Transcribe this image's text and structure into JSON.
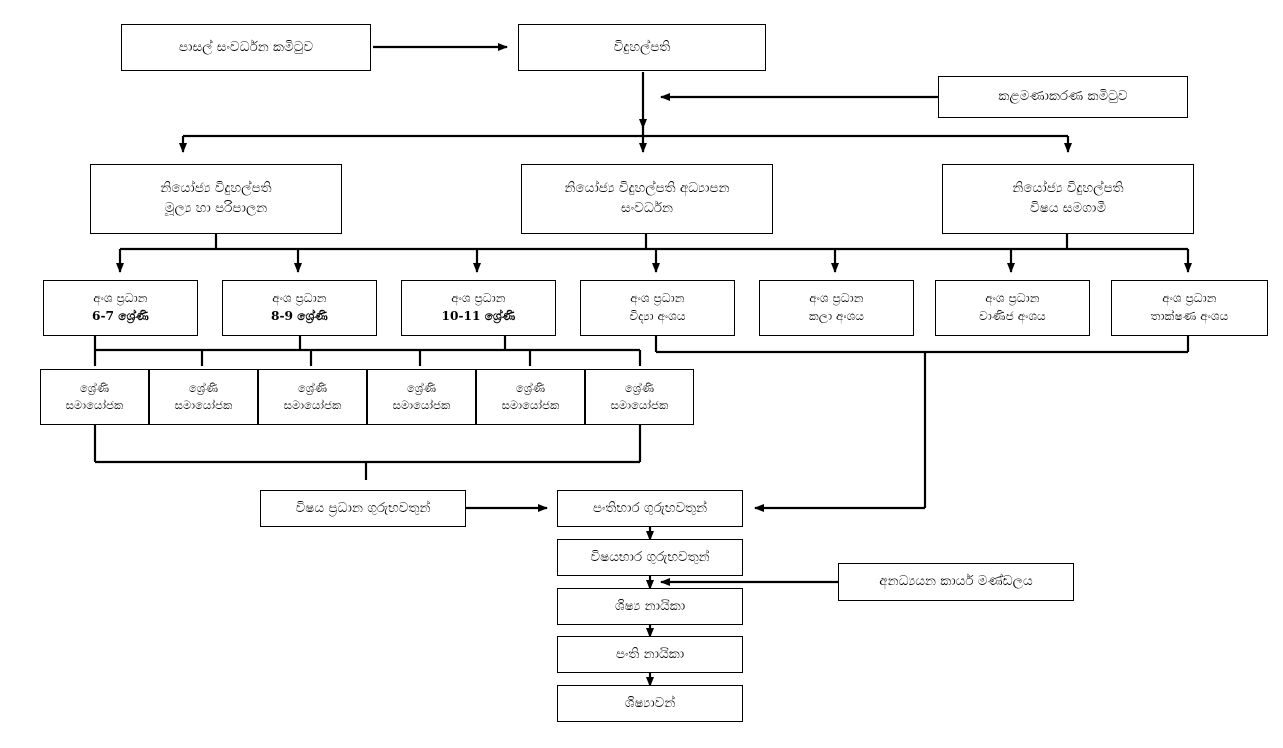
{
  "diagram": {
    "title": "School Administrative Structure Organization Chart",
    "language": "Sinhala",
    "background_color": "#ffffff",
    "line_color": "#000000"
  },
  "nodes": {
    "school_development_committee": {
      "line1": "පාසල් සංවර්ධන කමිටුව",
      "line2": ""
    },
    "principal": {
      "line1": "විදුහල්පති",
      "line2": ""
    },
    "management_committee": {
      "line1": "කළමණාකරණ කමිටුව",
      "line2": ""
    },
    "deputy_finance": {
      "line1": "නියෝජ්‍ය විදුහල්පති",
      "line2": "මූල්‍ය හා පරිපාලන"
    },
    "deputy_education": {
      "line1": "නියෝජ්‍ය විදුහල්පති අධ්‍යාපන",
      "line2": "සංවර්ධන"
    },
    "deputy_subject": {
      "line1": "නියෝජ්‍ය විදුහල්පති",
      "line2": "විෂය සමගාමී"
    },
    "section_heads": [
      {
        "line1": "අංශ ප්‍රධාන",
        "line2": "6-7 ශ්‍රේණි",
        "bold_second": true
      },
      {
        "line1": "අංශ ප්‍රධාන",
        "line2": "8-9 ශ්‍රේණි",
        "bold_second": true
      },
      {
        "line1": "අංශ ප්‍රධාන",
        "line2": "10-11 ශ්‍රේණි",
        "bold_second": true
      },
      {
        "line1": "අංශ ප්‍රධාන",
        "line2": "විද්‍යා අංශය",
        "bold_second": false
      },
      {
        "line1": "අංශ ප්‍රධාන",
        "line2": "කලා අංශය",
        "bold_second": false
      },
      {
        "line1": "අංශ ප්‍රධාන",
        "line2": "වාණිජ අංශය",
        "bold_second": false
      },
      {
        "line1": "අංශ ප්‍රධාන",
        "line2": "තාක්ෂණ අංශය",
        "bold_second": false
      }
    ],
    "grade_coordinators": [
      {
        "line1": "ශ්‍රේණි",
        "line2": "සමායෝජක"
      },
      {
        "line1": "ශ්‍රේණි",
        "line2": "සමායෝජක"
      },
      {
        "line1": "ශ්‍රේණි",
        "line2": "සමායෝජක"
      },
      {
        "line1": "ශ්‍රේණි",
        "line2": "සමායෝජක"
      },
      {
        "line1": "ශ්‍රේණි",
        "line2": "සමායෝජක"
      },
      {
        "line1": "ශ්‍රේණි",
        "line2": "සමායෝජක"
      }
    ],
    "subject_head_teachers": {
      "line1": "විෂය ප්‍රධාන ගුරුභවතුන්",
      "line2": ""
    },
    "class_teachers": {
      "line1": "පංතිභාර ගුරුභවතුන්",
      "line2": ""
    },
    "subject_teachers": {
      "line1": "විෂයභාර ගුරුභවතුන්",
      "line2": ""
    },
    "non_academic_staff": {
      "line1": "අනධ්‍යයන කාර්ය මණ්ඩලය",
      "line2": ""
    },
    "head_prefect": {
      "line1": "ශිෂ්‍ය නායිකා",
      "line2": ""
    },
    "class_monitor": {
      "line1": "පංති නායිකා",
      "line2": ""
    },
    "students": {
      "line1": "ශිෂ්‍යාවන්",
      "line2": ""
    }
  }
}
